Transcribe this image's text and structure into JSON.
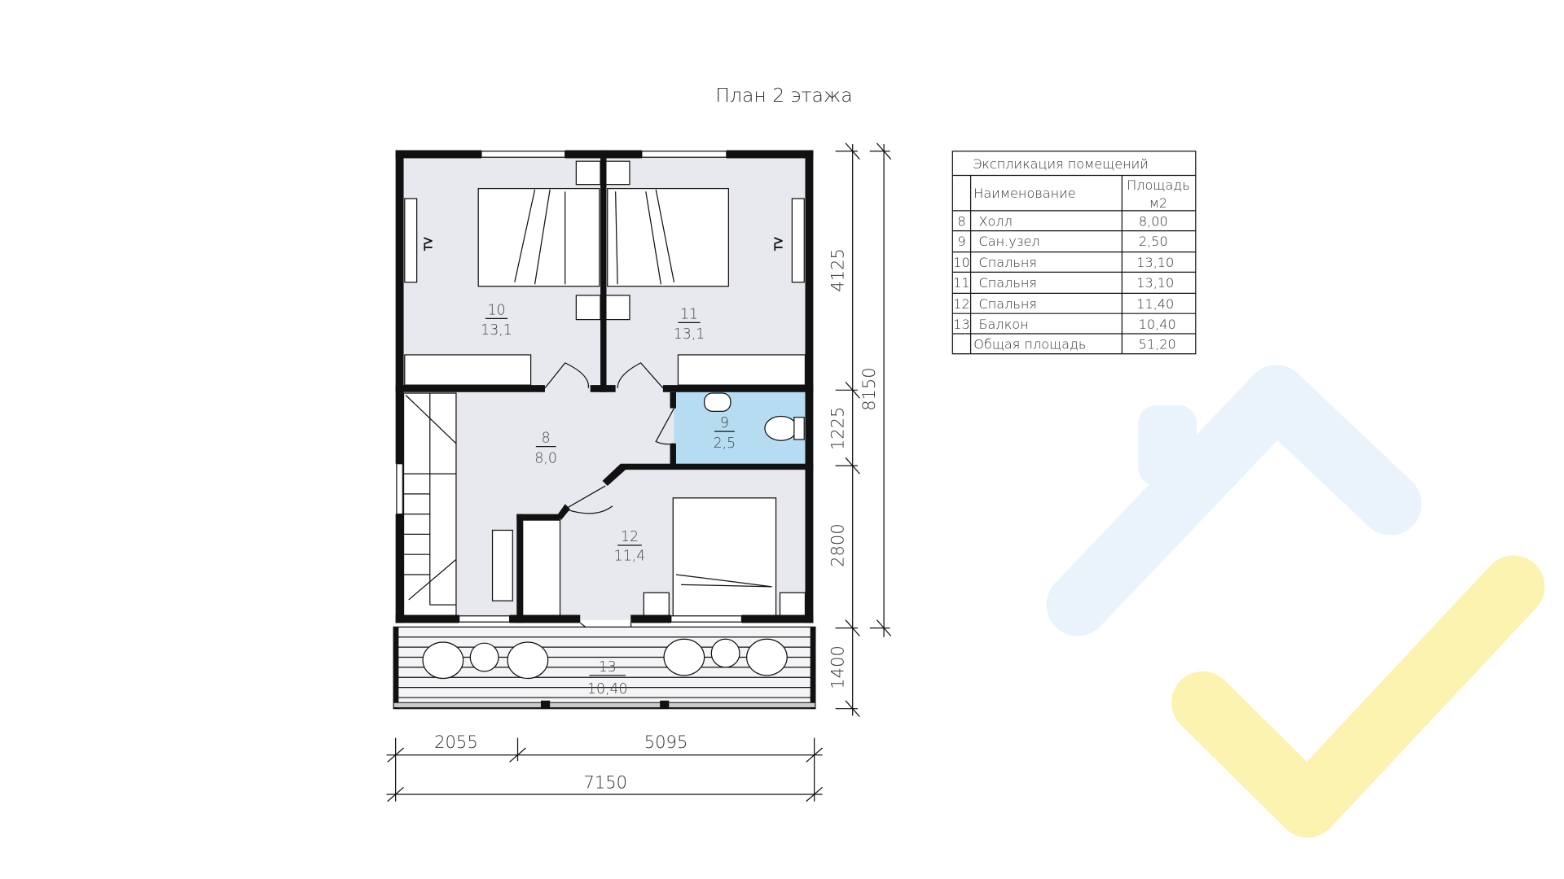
{
  "title": "План 2 этажа",
  "rooms": [
    {
      "num": "8",
      "area": "8,0"
    },
    {
      "num": "9",
      "area": "2,5"
    },
    {
      "num": "10",
      "area": "13,1"
    },
    {
      "num": "11",
      "area": "13,1"
    },
    {
      "num": "12",
      "area": "11,4"
    },
    {
      "num": "13",
      "area": "10,40"
    }
  ],
  "tv_label": "TV",
  "dimensions": {
    "right": [
      "4125",
      "1225",
      "2800",
      "1400"
    ],
    "right_total": "8150",
    "bottom": [
      "2055",
      "5095"
    ],
    "bottom_total": "7150"
  },
  "explication": {
    "title": "Экспликация помещений",
    "col_name": "Наименование",
    "col_area_1": "Площадь",
    "col_area_2": "м2",
    "rows": [
      {
        "num": "8",
        "name": "Холл",
        "area": "8,00"
      },
      {
        "num": "9",
        "name": "Сан.узел",
        "area": "2,50"
      },
      {
        "num": "10",
        "name": "Спальня",
        "area": "13,10"
      },
      {
        "num": "11",
        "name": "Спальня",
        "area": "13,10"
      },
      {
        "num": "12",
        "name": "Спальня",
        "area": "11,40"
      },
      {
        "num": "13",
        "name": "Балкон",
        "area": "10,40"
      }
    ],
    "total_label": "Общая площадь",
    "total_area": "51,20"
  },
  "colors": {
    "room": "#e8e9ef",
    "bath": "#b6dcf2",
    "logo_blue": "#eaf3fc",
    "logo_yellow": "#fdf3b0"
  }
}
